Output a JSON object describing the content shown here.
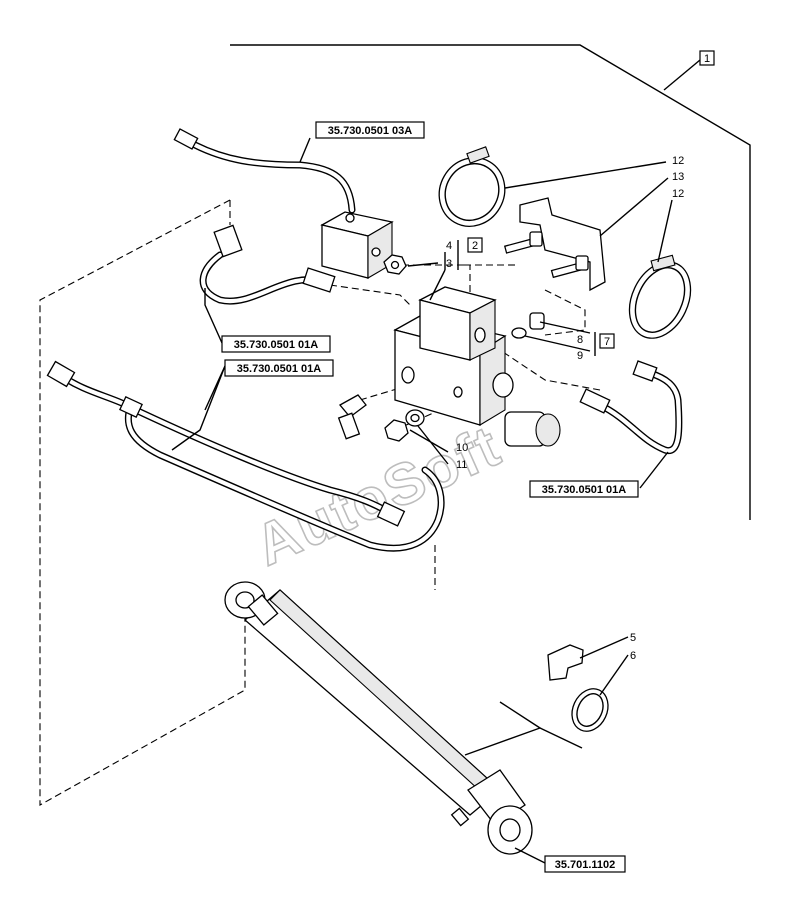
{
  "references": {
    "r03a": "35.730.0501 03A",
    "r01a_upper": "35.730.0501 01A",
    "r01a_lower": "35.730.0501 01A",
    "r01a_right": "35.730.0501 01A",
    "r1102": "35.701.1102"
  },
  "boxed_numbers": {
    "kit1": "1",
    "kit2": "2",
    "kit7": "7"
  },
  "callouts": {
    "n3": "3",
    "n4": "4",
    "n5": "5",
    "n6": "6",
    "n8": "8",
    "n9": "9",
    "n10": "10",
    "n11": "11",
    "n12a": "12",
    "n12b": "12",
    "n13": "13"
  },
  "watermark": "AutoSoft"
}
